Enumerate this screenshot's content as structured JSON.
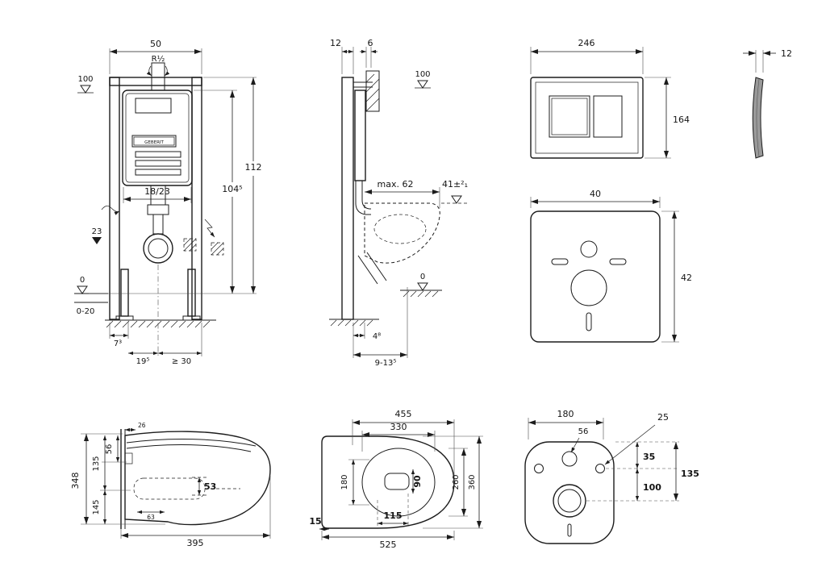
{
  "frame_front": {
    "w50": "50",
    "r": "R½",
    "d100": "100",
    "d112": "112",
    "d1045": "104⁵",
    "d1823": "18/23",
    "d23": "23",
    "d0": "0",
    "d020": "0-20",
    "d73": "7³",
    "d195": "19⁵",
    "d30": "≥ 30",
    "brand": "GEBERIT"
  },
  "frame_side": {
    "d12": "12",
    "d6": "6",
    "d100": "100",
    "dmax": "max. 62",
    "d41": "41±²₁",
    "d0": "0",
    "d48": "4⁸",
    "d9135": "9-13⁵"
  },
  "plate": {
    "w": "246",
    "h": "164",
    "depth": "12"
  },
  "mat": {
    "w": "40",
    "h": "42"
  },
  "bowl_side": {
    "h": "348",
    "d26": "26",
    "d56": "56",
    "d135": "135",
    "d145": "145",
    "d53": "53",
    "d63": "63",
    "len": "395"
  },
  "bowl_top": {
    "d455": "455",
    "d330": "330",
    "d180": "180",
    "d90": "90",
    "d115": "115",
    "d15": "15",
    "d525": "525",
    "d260": "260",
    "d360": "360"
  },
  "bowl_back": {
    "d180": "180",
    "d25": "25",
    "d56": "56",
    "d35": "35",
    "d100": "100",
    "d135": "135"
  }
}
